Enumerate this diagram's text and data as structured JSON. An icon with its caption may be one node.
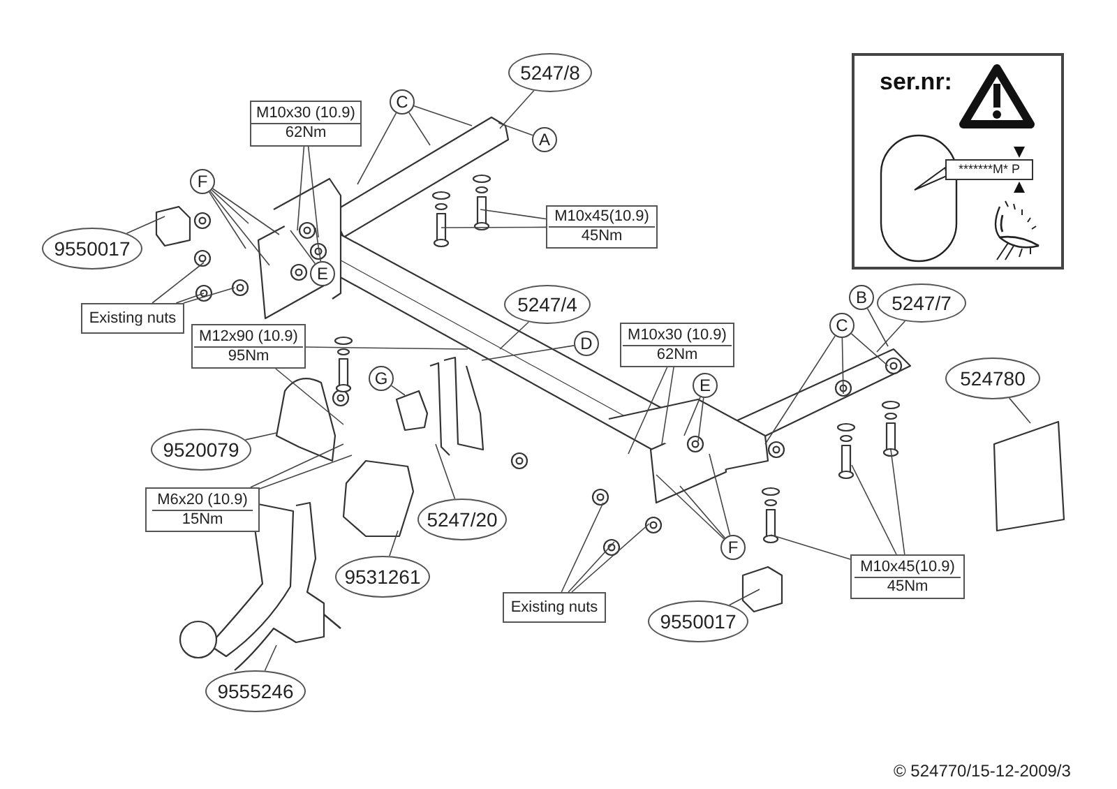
{
  "diagram": {
    "nodes": [
      {
        "text": [
          "5247/8"
        ]
      },
      {
        "text": [
          "M10x30 (10.9)",
          "62Nm"
        ]
      },
      {
        "text": [
          "C"
        ]
      },
      {
        "text": [
          "A"
        ]
      },
      {
        "text": [
          "F"
        ]
      },
      {
        "text": [
          "9550017"
        ]
      },
      {
        "text": [
          "M10x45(10.9)",
          "45Nm"
        ]
      },
      {
        "text": [
          "E"
        ]
      },
      {
        "text": [
          "Existing nuts"
        ]
      },
      {
        "text": [
          "5247/4"
        ]
      },
      {
        "text": [
          "D"
        ]
      },
      {
        "text": [
          "M12x90 (10.9)",
          "95Nm"
        ]
      },
      {
        "text": [
          "M10x30 (10.9)",
          "62Nm"
        ]
      },
      {
        "text": [
          "B"
        ]
      },
      {
        "text": [
          "5247/7"
        ]
      },
      {
        "text": [
          "C"
        ]
      },
      {
        "text": [
          "E"
        ]
      },
      {
        "text": [
          "G"
        ]
      },
      {
        "text": [
          "524780"
        ]
      },
      {
        "text": [
          "9520079"
        ]
      },
      {
        "text": [
          "M6x20 (10.9)",
          "15Nm"
        ]
      },
      {
        "text": [
          "5247/20"
        ]
      },
      {
        "text": [
          "F"
        ]
      },
      {
        "text": [
          "9531261"
        ]
      },
      {
        "text": [
          "M10x45(10.9)",
          "45Nm"
        ]
      },
      {
        "text": [
          "Existing nuts"
        ]
      },
      {
        "text": [
          "9550017"
        ]
      },
      {
        "text": [
          "9555246"
        ]
      },
      {
        "text": [
          "ser.nr:"
        ]
      },
      {
        "text": [
          "*******M* P"
        ],
        "in": 28
      }
    ],
    "edges": [
      {
        "from": 0,
        "to": null,
        "arrow": "none"
      },
      {
        "from": 1,
        "to": null,
        "arrow": "none"
      },
      {
        "from": 1,
        "to": null,
        "arrow": "none"
      },
      {
        "from": 2,
        "to": null,
        "arrow": "none"
      },
      {
        "from": 2,
        "to": null,
        "arrow": "none"
      },
      {
        "from": 2,
        "to": null,
        "arrow": "none"
      },
      {
        "from": 3,
        "to": null,
        "arrow": "none"
      },
      {
        "from": 4,
        "to": null,
        "arrow": "none"
      },
      {
        "from": 4,
        "to": null,
        "arrow": "none"
      },
      {
        "from": 4,
        "to": null,
        "arrow": "none"
      },
      {
        "from": 4,
        "to": null,
        "arrow": "none"
      },
      {
        "from": 5,
        "to": null,
        "arrow": "none"
      },
      {
        "from": 6,
        "to": null,
        "arrow": "none"
      },
      {
        "from": 6,
        "to": null,
        "arrow": "none"
      },
      {
        "from": 7,
        "to": null,
        "arrow": "none"
      },
      {
        "from": 7,
        "to": null,
        "arrow": "none"
      },
      {
        "from": 8,
        "to": null,
        "arrow": "none"
      },
      {
        "from": 8,
        "to": null,
        "arrow": "none"
      },
      {
        "from": 8,
        "to": null,
        "arrow": "none"
      },
      {
        "from": 9,
        "to": null,
        "arrow": "none"
      },
      {
        "from": 10,
        "to": null,
        "arrow": "none"
      },
      {
        "from": 11,
        "to": null,
        "arrow": "none"
      },
      {
        "from": 11,
        "to": null,
        "arrow": "none"
      },
      {
        "from": 12,
        "to": null,
        "arrow": "none"
      },
      {
        "from": 12,
        "to": null,
        "arrow": "none"
      },
      {
        "from": 13,
        "to": null,
        "arrow": "none"
      },
      {
        "from": 14,
        "to": null,
        "arrow": "none"
      },
      {
        "from": 15,
        "to": null,
        "arrow": "none"
      },
      {
        "from": 15,
        "to": null,
        "arrow": "none"
      },
      {
        "from": 15,
        "to": null,
        "arrow": "none"
      },
      {
        "from": 16,
        "to": null,
        "arrow": "none"
      },
      {
        "from": 16,
        "to": null,
        "arrow": "none"
      },
      {
        "from": 17,
        "to": null,
        "arrow": "none"
      },
      {
        "from": 18,
        "to": null,
        "arrow": "none"
      },
      {
        "from": 19,
        "to": null,
        "arrow": "none"
      },
      {
        "from": 20,
        "to": null,
        "arrow": "none"
      },
      {
        "from": 20,
        "to": null,
        "arrow": "none"
      },
      {
        "from": 21,
        "to": null,
        "arrow": "none"
      },
      {
        "from": 22,
        "to": null,
        "arrow": "none"
      },
      {
        "from": 22,
        "to": null,
        "arrow": "none"
      },
      {
        "from": 22,
        "to": null,
        "arrow": "none"
      },
      {
        "from": 23,
        "to": null,
        "arrow": "none"
      },
      {
        "from": 24,
        "to": null,
        "arrow": "none"
      },
      {
        "from": 24,
        "to": null,
        "arrow": "none"
      },
      {
        "from": 24,
        "to": null,
        "arrow": "none"
      },
      {
        "from": 25,
        "to": null,
        "arrow": "none"
      },
      {
        "from": 25,
        "to": null,
        "arrow": "none"
      },
      {
        "from": 25,
        "to": null,
        "arrow": "none"
      },
      {
        "from": 26,
        "to": null,
        "arrow": "none"
      },
      {
        "from": 27,
        "to": null,
        "arrow": "none"
      }
    ],
    "labels": [
      "© 524770/15-12-2009/3"
    ]
  }
}
